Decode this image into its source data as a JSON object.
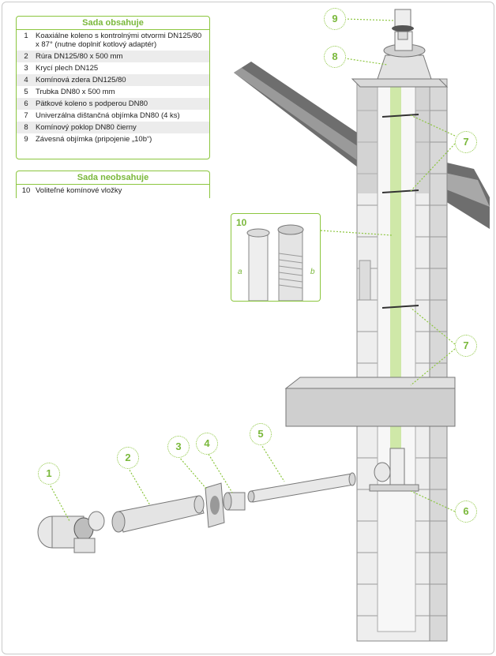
{
  "contains_panel": {
    "title": "Sada obsahuje",
    "items": [
      {
        "num": "1",
        "text": "Koaxiálne koleno s kontrolnými otvormi DN125/80 x 87° (nutne doplniť kotlový adaptér)"
      },
      {
        "num": "2",
        "text": "Rúra DN125/80 x 500 mm"
      },
      {
        "num": "3",
        "text": "Krycí plech DN125"
      },
      {
        "num": "4",
        "text": "Komínová zdera DN125/80"
      },
      {
        "num": "5",
        "text": "Trubka DN80 x 500 mm"
      },
      {
        "num": "6",
        "text": "Pätkové koleno s podperou DN80"
      },
      {
        "num": "7",
        "text": "Univerzálna dištančná objímka DN80 (4 ks)"
      },
      {
        "num": "8",
        "text": "Komínový poklop DN80 čierny"
      },
      {
        "num": "9",
        "text": "Závesná objímka (pripojenie „10b“)"
      }
    ]
  },
  "not_contains_panel": {
    "title": "Sada neobsahuje",
    "items": [
      {
        "num": "10",
        "text": "Voliteľné komínové vložky"
      }
    ]
  },
  "inset": {
    "number": "10",
    "label_a": "a",
    "label_b": "b"
  },
  "callouts": {
    "c1": "1",
    "c2": "2",
    "c3": "3",
    "c4": "4",
    "c5": "5",
    "c6": "6",
    "c7a": "7",
    "c7b": "7",
    "c8": "8",
    "c9": "9"
  },
  "colors": {
    "accent": "#8cc63f",
    "accent_text": "#7ab83b",
    "brick": "#e6e6e6",
    "roof": "#7a7a7a"
  }
}
